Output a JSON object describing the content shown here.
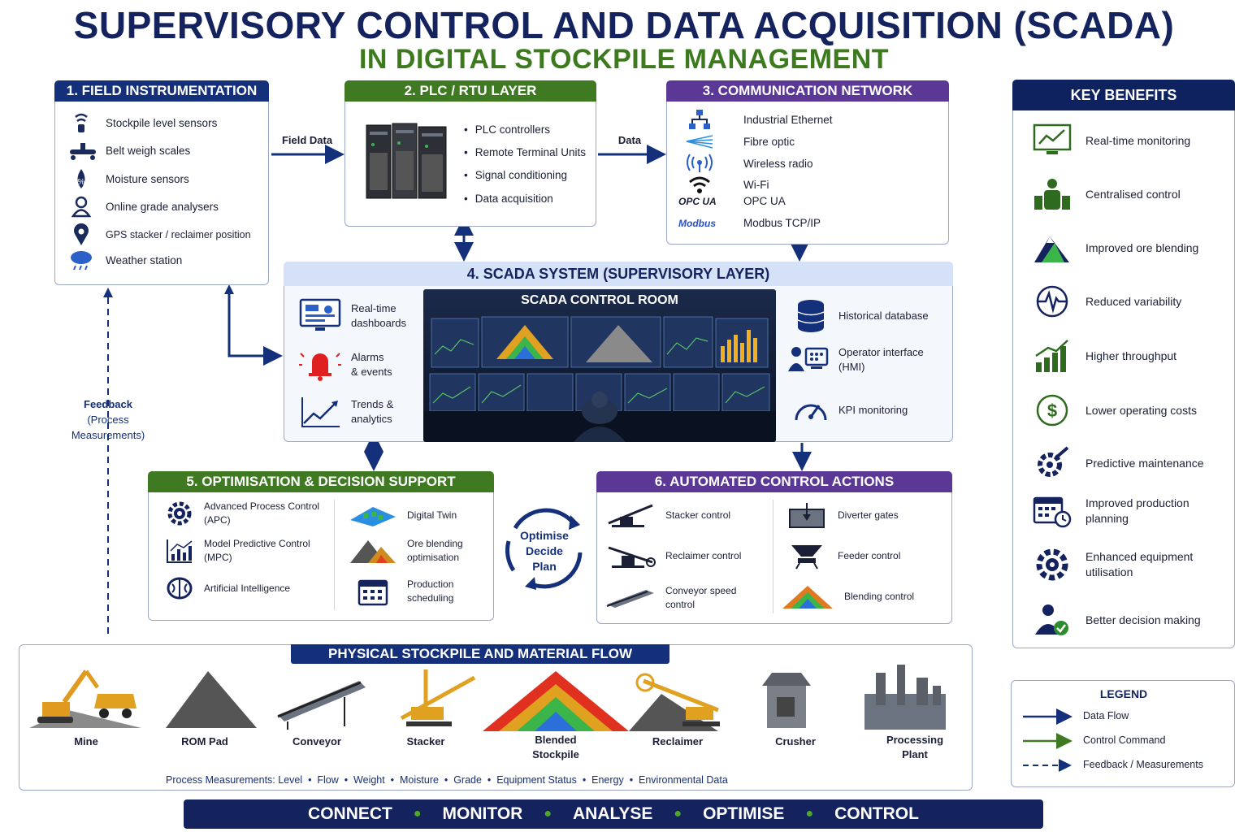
{
  "header": {
    "title": "SUPERVISORY CONTROL AND DATA ACQUISITION (SCADA)",
    "subtitle": "IN DIGITAL STOCKPILE MANAGEMENT"
  },
  "field": {
    "title": "1. FIELD INSTRUMENTATION",
    "items": [
      "Stockpile level sensors",
      "Belt weigh scales",
      "Moisture sensors",
      "Online grade analysers",
      "GPS stacker / reclaimer position",
      "Weather station"
    ]
  },
  "plc": {
    "title": "2. PLC / RTU LAYER",
    "items": [
      "PLC controllers",
      "Remote Terminal Units",
      "Signal conditioning",
      "Data acquisition"
    ]
  },
  "comm": {
    "title": "3. COMMUNICATION NETWORK",
    "items": [
      "Industrial Ethernet",
      "Fibre optic",
      "Wireless radio",
      "Wi-Fi",
      "OPC UA",
      "Modbus TCP/IP"
    ],
    "opc_logo": "OPC UA",
    "modbus_logo": "Modbus"
  },
  "scada": {
    "title": "4. SCADA SYSTEM (SUPERVISORY LAYER)",
    "control_room": "SCADA CONTROL ROOM",
    "left": [
      {
        "l1": "Real-time",
        "l2": "dashboards"
      },
      {
        "l1": "Alarms",
        "l2": "& events"
      },
      {
        "l1": "Trends &",
        "l2": "analytics"
      }
    ],
    "right": [
      {
        "l1": "Historical database",
        "l2": ""
      },
      {
        "l1": "Operator interface",
        "l2": "(HMI)"
      },
      {
        "l1": "KPI monitoring",
        "l2": ""
      }
    ]
  },
  "optim": {
    "title": "5. OPTIMISATION & DECISION SUPPORT",
    "left": [
      {
        "l1": "Advanced Process Control",
        "l2": "(APC)"
      },
      {
        "l1": "Model Predictive Control",
        "l2": "(MPC)"
      },
      {
        "l1": "Artificial Intelligence",
        "l2": ""
      }
    ],
    "right": [
      {
        "l1": "Digital Twin",
        "l2": ""
      },
      {
        "l1": "Ore blending",
        "l2": "optimisation"
      },
      {
        "l1": "Production",
        "l2": "scheduling"
      }
    ],
    "cycle": [
      "Optimise",
      "Decide",
      "Plan"
    ]
  },
  "auto": {
    "title": "6. AUTOMATED CONTROL ACTIONS",
    "left": [
      {
        "l1": "Stacker control",
        "l2": ""
      },
      {
        "l1": "Reclaimer control",
        "l2": ""
      },
      {
        "l1": "Conveyor speed",
        "l2": "control"
      }
    ],
    "right": [
      {
        "l1": "Diverter gates",
        "l2": ""
      },
      {
        "l1": "Feeder control",
        "l2": ""
      },
      {
        "l1": "Blending control",
        "l2": ""
      }
    ]
  },
  "flow": {
    "field_data": "Field Data",
    "data": "Data",
    "feedback": [
      "Feedback",
      "(Process",
      "Measurements)"
    ]
  },
  "physical": {
    "title": "PHYSICAL STOCKPILE AND MATERIAL FLOW",
    "stages": [
      {
        "l1": "Mine",
        "l2": ""
      },
      {
        "l1": "ROM Pad",
        "l2": ""
      },
      {
        "l1": "Conveyor",
        "l2": ""
      },
      {
        "l1": "Stacker",
        "l2": ""
      },
      {
        "l1": "Blended",
        "l2": "Stockpile"
      },
      {
        "l1": "Reclaimer",
        "l2": ""
      },
      {
        "l1": "Crusher",
        "l2": ""
      },
      {
        "l1": "Processing",
        "l2": "Plant"
      }
    ],
    "measurements": "Process Measurements: Level  •  Flow  •  Weight  •  Moisture  •  Grade  •  Equipment Status  •  Energy  •  Environmental Data"
  },
  "benefits": {
    "title": "KEY BENEFITS",
    "items": [
      {
        "l1": "Real-time monitoring",
        "l2": ""
      },
      {
        "l1": "Centralised control",
        "l2": ""
      },
      {
        "l1": "Improved ore blending",
        "l2": ""
      },
      {
        "l1": "Reduced variability",
        "l2": ""
      },
      {
        "l1": "Higher throughput",
        "l2": ""
      },
      {
        "l1": "Lower operating costs",
        "l2": ""
      },
      {
        "l1": "Predictive maintenance",
        "l2": ""
      },
      {
        "l1": "Improved production",
        "l2": "planning"
      },
      {
        "l1": "Enhanced equipment",
        "l2": "utilisation"
      },
      {
        "l1": "Better decision making",
        "l2": ""
      }
    ]
  },
  "legend": {
    "title": "LEGEND",
    "items": [
      "Data Flow",
      "Control Command",
      "Feedback / Measurements"
    ]
  },
  "footer": {
    "steps": [
      "CONNECT",
      "MONITOR",
      "ANALYSE",
      "OPTIMISE",
      "CONTROL"
    ]
  },
  "colors": {
    "navy": "#14235e",
    "blue": "#14307a",
    "green": "#3f7a22",
    "purple": "#5b3796"
  }
}
